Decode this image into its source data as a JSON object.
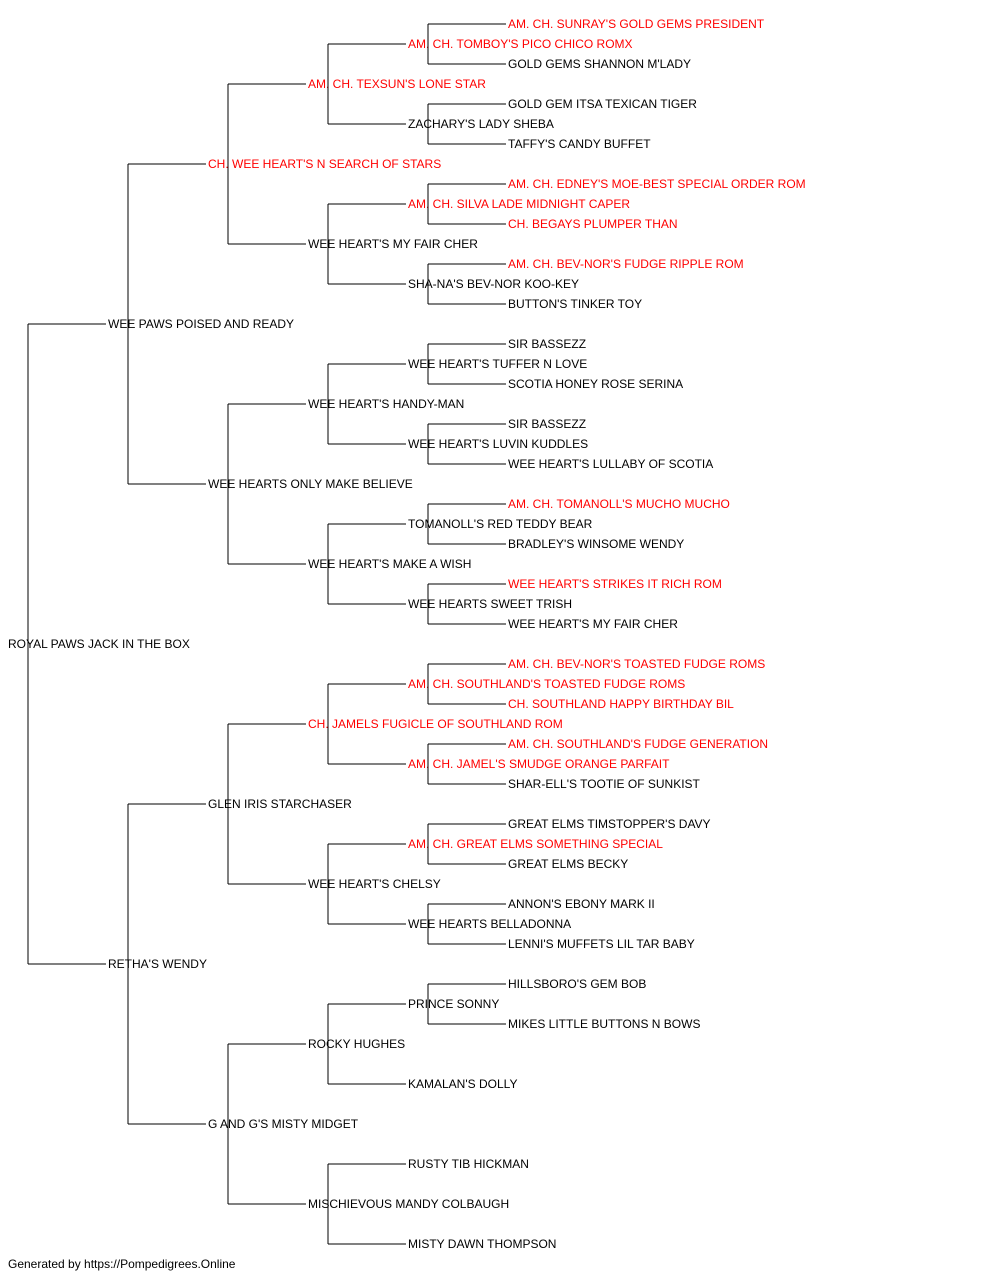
{
  "colors": {
    "champion": "#ff0000",
    "normal": "#000000",
    "line": "#000000"
  },
  "footer": "Generated by https://Pompedigrees.Online",
  "pedigree": {
    "name": "ROYAL PAWS JACK IN THE BOX",
    "champion": false,
    "sire": {
      "name": "WEE PAWS POISED AND READY",
      "champion": false,
      "sire": {
        "name": "CH. WEE HEART'S N SEARCH OF STARS",
        "champion": true,
        "sire": {
          "name": "AM. CH. TEXSUN'S LONE STAR",
          "champion": true,
          "sire": {
            "name": "AM. CH. TOMBOY'S PICO CHICO ROMX",
            "champion": true,
            "sire": {
              "name": "AM. CH. SUNRAY'S GOLD GEMS PRESIDENT",
              "champion": true
            },
            "dam": {
              "name": "GOLD GEMS SHANNON M'LADY",
              "champion": false
            }
          },
          "dam": {
            "name": "ZACHARY'S LADY SHEBA",
            "champion": false,
            "sire": {
              "name": "GOLD GEM ITSA TEXICAN TIGER",
              "champion": false
            },
            "dam": {
              "name": "TAFFY'S CANDY BUFFET",
              "champion": false
            }
          }
        },
        "dam": {
          "name": "WEE HEART'S MY FAIR CHER",
          "champion": false,
          "sire": {
            "name": "AM. CH. SILVA LADE MIDNIGHT CAPER",
            "champion": true,
            "sire": {
              "name": "AM. CH. EDNEY'S MOE-BEST SPECIAL ORDER ROM",
              "champion": true
            },
            "dam": {
              "name": "CH. BEGAYS PLUMPER THAN",
              "champion": true
            }
          },
          "dam": {
            "name": "SHA-NA'S BEV-NOR KOO-KEY",
            "champion": false,
            "sire": {
              "name": "AM. CH. BEV-NOR'S FUDGE RIPPLE ROM",
              "champion": true
            },
            "dam": {
              "name": "BUTTON'S TINKER TOY",
              "champion": false
            }
          }
        }
      },
      "dam": {
        "name": "WEE HEARTS ONLY MAKE BELIEVE",
        "champion": false,
        "sire": {
          "name": "WEE HEART'S HANDY-MAN",
          "champion": false,
          "sire": {
            "name": "WEE HEART'S TUFFER N LOVE",
            "champion": false,
            "sire": {
              "name": "SIR BASSEZZ",
              "champion": false
            },
            "dam": {
              "name": "SCOTIA HONEY ROSE SERINA",
              "champion": false
            }
          },
          "dam": {
            "name": "WEE HEART'S LUVIN KUDDLES",
            "champion": false,
            "sire": {
              "name": "SIR BASSEZZ",
              "champion": false
            },
            "dam": {
              "name": "WEE HEART'S LULLABY OF SCOTIA",
              "champion": false
            }
          }
        },
        "dam": {
          "name": "WEE HEART'S MAKE A WISH",
          "champion": false,
          "sire": {
            "name": "TOMANOLL'S RED TEDDY BEAR",
            "champion": false,
            "sire": {
              "name": "AM. CH. TOMANOLL'S MUCHO MUCHO",
              "champion": true
            },
            "dam": {
              "name": "BRADLEY'S WINSOME WENDY",
              "champion": false
            }
          },
          "dam": {
            "name": "WEE HEARTS SWEET TRISH",
            "champion": false,
            "sire": {
              "name": "WEE HEART'S STRIKES IT RICH ROM",
              "champion": true
            },
            "dam": {
              "name": "WEE HEART'S MY FAIR CHER",
              "champion": false
            }
          }
        }
      }
    },
    "dam": {
      "name": "RETHA'S WENDY",
      "champion": false,
      "sire": {
        "name": "GLEN IRIS STARCHASER",
        "champion": false,
        "sire": {
          "name": "CH. JAMELS FUGICLE OF SOUTHLAND ROM",
          "champion": true,
          "sire": {
            "name": "AM. CH. SOUTHLAND'S TOASTED FUDGE ROMS",
            "champion": true,
            "sire": {
              "name": "AM. CH. BEV-NOR'S TOASTED FUDGE ROMS",
              "champion": true
            },
            "dam": {
              "name": "CH. SOUTHLAND HAPPY BIRTHDAY BIL",
              "champion": true
            }
          },
          "dam": {
            "name": "AM. CH. JAMEL'S SMUDGE ORANGE PARFAIT",
            "champion": true,
            "sire": {
              "name": "AM. CH. SOUTHLAND'S FUDGE GENERATION",
              "champion": true
            },
            "dam": {
              "name": "SHAR-ELL'S TOOTIE OF SUNKIST",
              "champion": false
            }
          }
        },
        "dam": {
          "name": "WEE HEART'S CHELSY",
          "champion": false,
          "sire": {
            "name": "AM. CH. GREAT ELMS SOMETHING SPECIAL",
            "champion": true,
            "sire": {
              "name": "GREAT ELMS TIMSTOPPER'S DAVY",
              "champion": false
            },
            "dam": {
              "name": "GREAT ELMS BECKY",
              "champion": false
            }
          },
          "dam": {
            "name": "WEE HEARTS BELLADONNA",
            "champion": false,
            "sire": {
              "name": "ANNON'S EBONY MARK II",
              "champion": false
            },
            "dam": {
              "name": "LENNI'S MUFFETS LIL TAR BABY",
              "champion": false
            }
          }
        }
      },
      "dam": {
        "name": "G AND G'S MISTY MIDGET",
        "champion": false,
        "sire": {
          "name": "ROCKY HUGHES",
          "champion": false,
          "sire": {
            "name": "PRINCE SONNY",
            "champion": false,
            "sire": {
              "name": "HILLSBORO'S GEM BOB",
              "champion": false
            },
            "dam": {
              "name": "MIKES LITTLE BUTTONS N BOWS",
              "champion": false
            }
          },
          "dam": {
            "name": "KAMALAN'S DOLLY",
            "champion": false
          }
        },
        "dam": {
          "name": "MISCHIEVOUS MANDY COLBAUGH",
          "champion": false,
          "sire": {
            "name": "RUSTY TIB HICKMAN",
            "champion": false
          },
          "dam": {
            "name": "MISTY DAWN THOMPSON",
            "champion": false
          }
        }
      }
    }
  }
}
